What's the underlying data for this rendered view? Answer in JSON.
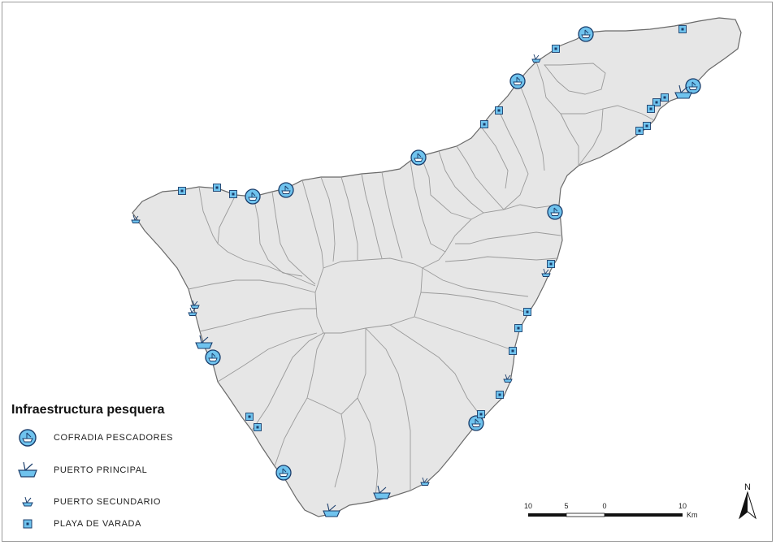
{
  "legend": {
    "title": "Infraestructura pesquera",
    "items": [
      {
        "key": "cofradia",
        "label": "COFRADIA PESCADORES",
        "icon": "cofradia-icon"
      },
      {
        "key": "puerto_principal",
        "label": "PUERTO PRINCIPAL",
        "icon": "puerto-principal-icon"
      },
      {
        "key": "puerto_secundario",
        "label": "PUERTO SECUNDARIO",
        "icon": "puerto-secundario-icon"
      },
      {
        "key": "playa",
        "label": "PLAYA DE VARADA",
        "icon": "playa-varada-icon"
      }
    ]
  },
  "scale": {
    "ticks": [
      "10",
      "5",
      "0",
      "10"
    ],
    "unit": "Km"
  },
  "north_label": "N",
  "colors": {
    "land": "#e6e6e6",
    "border": "#6a6a6a",
    "boundary": "#9a9a9a",
    "symbol_fill": "#6fc3ee",
    "symbol_stroke": "#1a3d6b",
    "playa_inner": "#1a3d6b"
  }
}
